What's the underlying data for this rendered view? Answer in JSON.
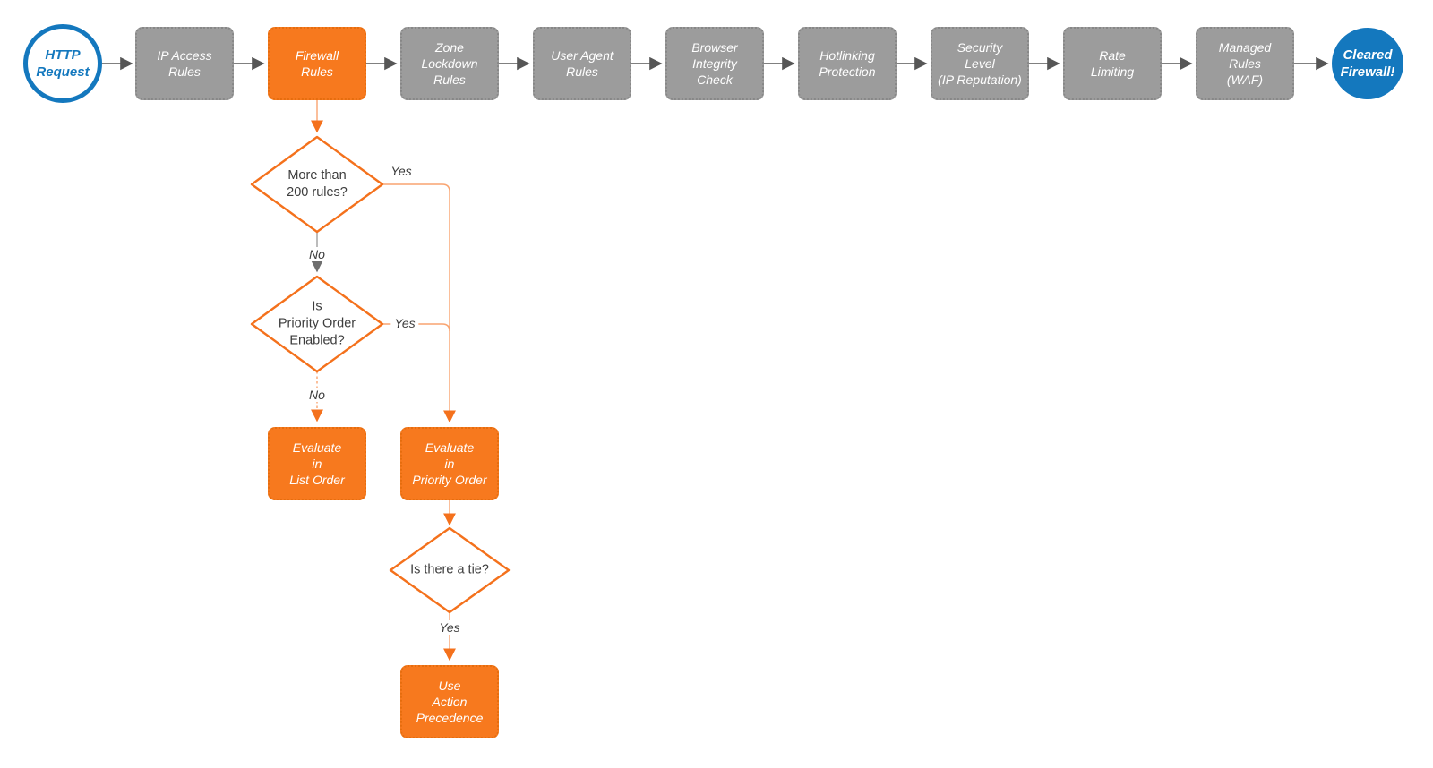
{
  "palette": {
    "accent_orange": "#F7791E",
    "step_gray": "#9C9C9C",
    "brand_blue": "#1478BE",
    "connector_orange": "#F9A470",
    "connector_gray": "#9F9F9F",
    "arrow_dark": "#565656",
    "text_dark": "#3D3D3D"
  },
  "pipeline": {
    "start": {
      "label": "HTTP\nRequest"
    },
    "steps": [
      {
        "label": "IP Access\nRules",
        "variant": "gray"
      },
      {
        "label": "Firewall\nRules",
        "variant": "orange"
      },
      {
        "label": "Zone\nLockdown\nRules",
        "variant": "gray"
      },
      {
        "label": "User Agent\nRules",
        "variant": "gray"
      },
      {
        "label": "Browser\nIntegrity\nCheck",
        "variant": "gray"
      },
      {
        "label": "Hotlinking\nProtection",
        "variant": "gray"
      },
      {
        "label": "Security\nLevel\n(IP Reputation)",
        "variant": "gray"
      },
      {
        "label": "Rate\nLimiting",
        "variant": "gray"
      },
      {
        "label": "Managed\nRules\n(WAF)",
        "variant": "gray"
      }
    ],
    "end": {
      "label": "Cleared\nFirewall!"
    }
  },
  "branch": {
    "decisions": [
      {
        "label": "More than\n200 rules?"
      },
      {
        "label": "Is\nPriority Order\nEnabled?"
      },
      {
        "label": "Is there a tie?"
      }
    ],
    "actions": [
      {
        "label": "Evaluate\nin\nList Order"
      },
      {
        "label": "Evaluate\nin\nPriority Order"
      },
      {
        "label": "Use\nAction\nPrecedence"
      }
    ],
    "edge_labels": {
      "yes1": "Yes",
      "no1": "No",
      "yes2": "Yes",
      "no2": "No",
      "yes3": "Yes"
    }
  }
}
